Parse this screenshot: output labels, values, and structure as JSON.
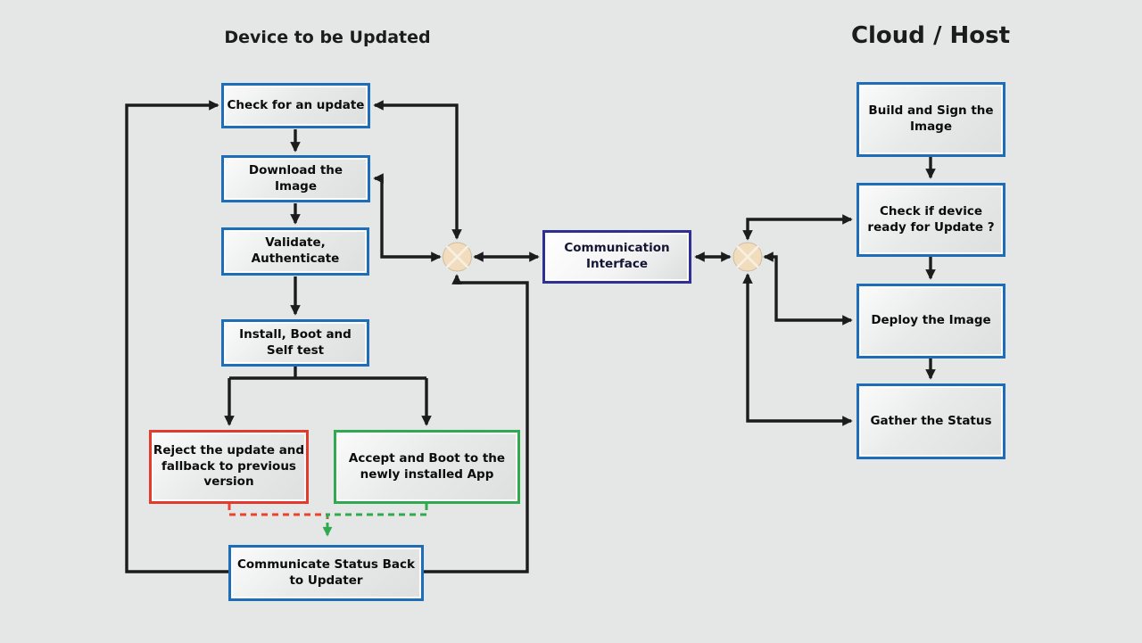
{
  "titles": {
    "left": "Device to be Updated",
    "right": "Cloud / Host"
  },
  "boxes": {
    "check_update": {
      "lines": [
        "Check for an update"
      ]
    },
    "download_image": {
      "lines": [
        "Download the",
        "Image"
      ]
    },
    "validate": {
      "lines": [
        "Validate,",
        "Authenticate"
      ]
    },
    "install": {
      "lines": [
        "Install, Boot and",
        "Self test"
      ]
    },
    "reject": {
      "lines": [
        "Reject the update and",
        "fallback to previous",
        "version"
      ]
    },
    "accept": {
      "lines": [
        "Accept and Boot to the",
        "newly installed App"
      ]
    },
    "communicate": {
      "lines": [
        "Communicate Status Back",
        "to Updater"
      ]
    },
    "comm_interface": {
      "lines": [
        "Communication",
        "Interface"
      ]
    },
    "build_sign": {
      "lines": [
        "Build and Sign the",
        "Image"
      ]
    },
    "check_device": {
      "lines": [
        "Check if device",
        "ready for Update ?"
      ]
    },
    "deploy": {
      "lines": [
        "Deploy the Image"
      ]
    },
    "gather": {
      "lines": [
        "Gather the Status"
      ]
    }
  },
  "colors": {
    "background": "#e5e6e6",
    "process_border_blue": "#1d6db8",
    "reject_border_red": "#e23b2e",
    "accept_border_green": "#2faa4f",
    "interface_border_navy": "#2e3193",
    "connector_black": "#1c1c1c",
    "junction_fill": "#f2dcbe",
    "dashed_red": "#e8442e",
    "dashed_green": "#2faa4f"
  }
}
